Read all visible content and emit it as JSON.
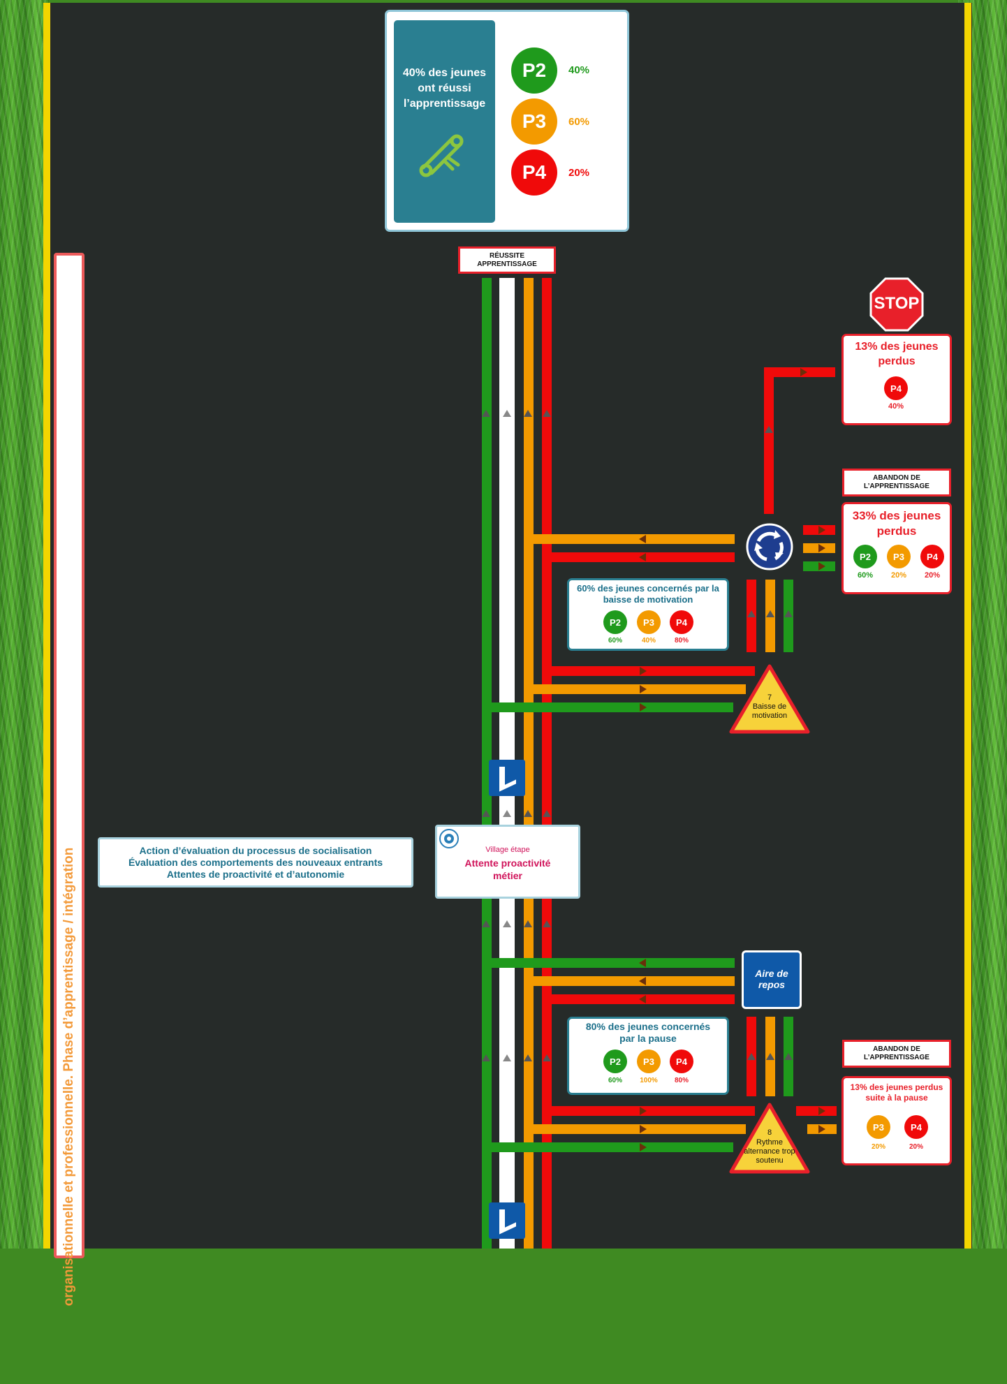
{
  "top_panel": {
    "title": "40% des jeunes ont réussi l’apprentissage",
    "groups": [
      {
        "label": "P2",
        "value": "40%",
        "color": "#1f9a1c"
      },
      {
        "label": "P3",
        "value": "60%",
        "color": "#f39a00"
      },
      {
        "label": "P4",
        "value": "20%",
        "color": "#f00a0a"
      }
    ]
  },
  "reussite_label": "RÉUSSITE APPRENTISSAGE",
  "side_label": "organisationnelle et professionnelle. Phase d’apprentissage / intégration",
  "stop_sign": "STOP",
  "stop_card": {
    "title": "13% des jeunes perdus",
    "groups": [
      {
        "label": "P4",
        "value": "40%",
        "color": "#f00a0a"
      }
    ]
  },
  "abandon1": {
    "label": "ABANDON DE L’APPRENTISSAGE",
    "title": "33% des jeunes perdus",
    "groups": [
      {
        "label": "P2",
        "value": "60%",
        "color": "#1f9a1c"
      },
      {
        "label": "P3",
        "value": "20%",
        "color": "#f39a00"
      },
      {
        "label": "P4",
        "value": "20%",
        "color": "#f00a0a"
      }
    ]
  },
  "motivation_card": {
    "title": "60% des jeunes concernés par la baisse de motivation",
    "groups": [
      {
        "label": "P2",
        "value": "60%",
        "color": "#1f9a1c"
      },
      {
        "label": "P3",
        "value": "40%",
        "color": "#f39a00"
      },
      {
        "label": "P4",
        "value": "80%",
        "color": "#f00a0a"
      }
    ]
  },
  "sign7": {
    "number": "7",
    "text": "Baisse de motivation"
  },
  "action_box": {
    "line1": "Action d’évaluation du processus de socialisation",
    "line2": "Évaluation des comportements des nouveaux entrants",
    "line3": "Attentes de proactivité et d’autonomie"
  },
  "village": {
    "sub": "Village étape",
    "title": "Attente proactivité métier"
  },
  "aire": {
    "text": "Aire de repos"
  },
  "pause_card": {
    "title": "80% des jeunes concernés par la pause",
    "groups": [
      {
        "label": "P2",
        "value": "60%",
        "color": "#1f9a1c"
      },
      {
        "label": "P3",
        "value": "100%",
        "color": "#f39a00"
      },
      {
        "label": "P4",
        "value": "80%",
        "color": "#f00a0a"
      }
    ]
  },
  "abandon2": {
    "label": "ABANDON DE L’APPRENTISSAGE",
    "title": "13% des jeunes perdus suite à la pause",
    "groups": [
      {
        "label": "P3",
        "value": "20%",
        "color": "#f39a00"
      },
      {
        "label": "P4",
        "value": "20%",
        "color": "#f00a0a"
      }
    ]
  },
  "sign8": {
    "number": "8",
    "text": "Rythme alternance trop soutenu"
  }
}
